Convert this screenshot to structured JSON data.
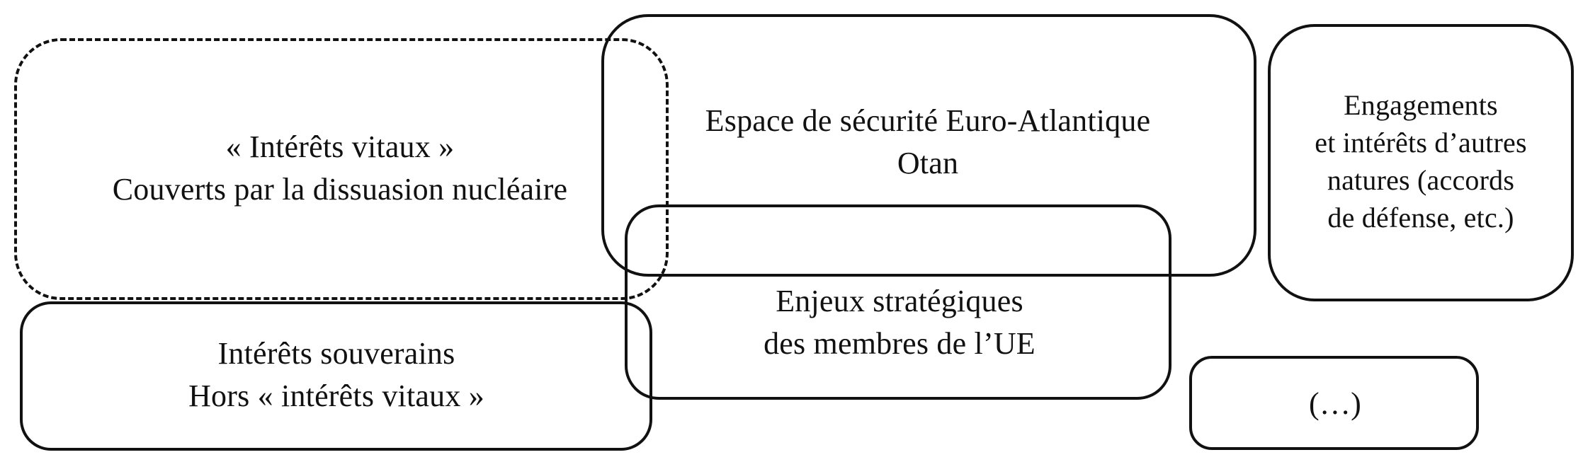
{
  "diagram": {
    "vital_interests": {
      "line1": "« Intérêts vitaux »",
      "line2": "Couverts par la dissuasion nucléaire"
    },
    "euro_atlantic": {
      "line1": "Espace de sécurité Euro-Atlantique",
      "line2": "Otan"
    },
    "other_engagements": {
      "line1": "Engagements",
      "line2": "et intérêts d’autres",
      "line3": "natures (accords",
      "line4": "de défense, etc.)"
    },
    "sovereign_interests": {
      "line1": "Intérêts souverains",
      "line2": "Hors « intérêts vitaux »"
    },
    "eu_strategic": {
      "line1": "Enjeux stratégiques",
      "line2": "des membres de l’UE"
    },
    "ellipsis": {
      "line1": "(…)"
    }
  }
}
